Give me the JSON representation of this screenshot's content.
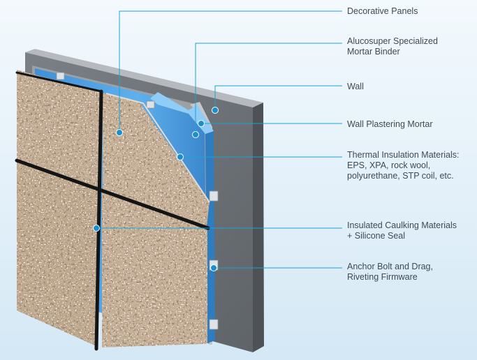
{
  "labels": [
    {
      "id": "decorative-panels",
      "text": "Decorative Panels"
    },
    {
      "id": "mortar-binder",
      "text": "Alucosuper Specialized\nMortar Binder"
    },
    {
      "id": "wall",
      "text": "Wall"
    },
    {
      "id": "wall-plastering-mortar",
      "text": "Wall Plastering Mortar"
    },
    {
      "id": "thermal-insulation",
      "text": "Thermal Insulation Materials:\nEPS, XPA, rock wool,\npolyurethane, STP coil, etc."
    },
    {
      "id": "caulking",
      "text": "Insulated Caulking Materials\n+ Silicone Seal"
    },
    {
      "id": "anchor-bolt",
      "text": "Anchor Bolt and Drag,\nRiveting Firmware"
    }
  ],
  "colors": {
    "leader_line": "#1ba3d6",
    "marker": "#1a8fcf",
    "wall": "#6d7278",
    "insulation": "#4a9fe0",
    "stone": "#c3ad95",
    "joint": "#141414"
  }
}
